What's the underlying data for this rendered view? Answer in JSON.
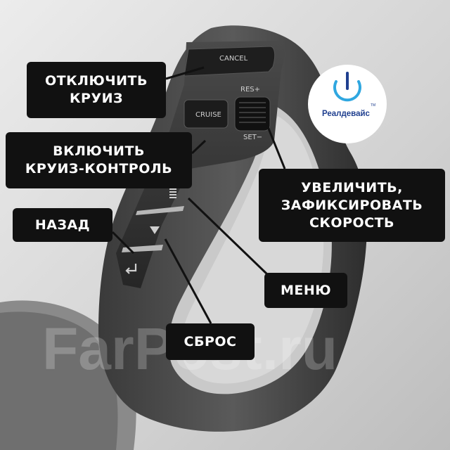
{
  "labels": {
    "disable_cruise": "ОТКЛЮЧИТЬ\nКРУИЗ",
    "enable_cruise": "ВКЛЮЧИТЬ\nКРУИЗ-КОНТРОЛЬ",
    "increase_speed": "УВЕЛИЧИТЬ,\nЗАФИКСИРОВАТЬ\nСКОРОСТЬ",
    "back": "НАЗАД",
    "menu": "МЕНЮ",
    "reset": "СБРОС"
  },
  "buttons": {
    "cancel": "CANCEL",
    "cruise": "CRUISE",
    "res": "RES+",
    "set": "SET−"
  },
  "logo": {
    "name": "Реалдевайс",
    "tm": "TM"
  },
  "watermark": "FarPost.ru",
  "colors": {
    "label_bg": "#111111",
    "label_text": "#ffffff",
    "logo_blue": "#1f3f8f",
    "logo_cyan": "#2fa7e0"
  },
  "icons": [
    "menu-icon",
    "down-arrow-icon",
    "enter-icon",
    "power-icon"
  ]
}
